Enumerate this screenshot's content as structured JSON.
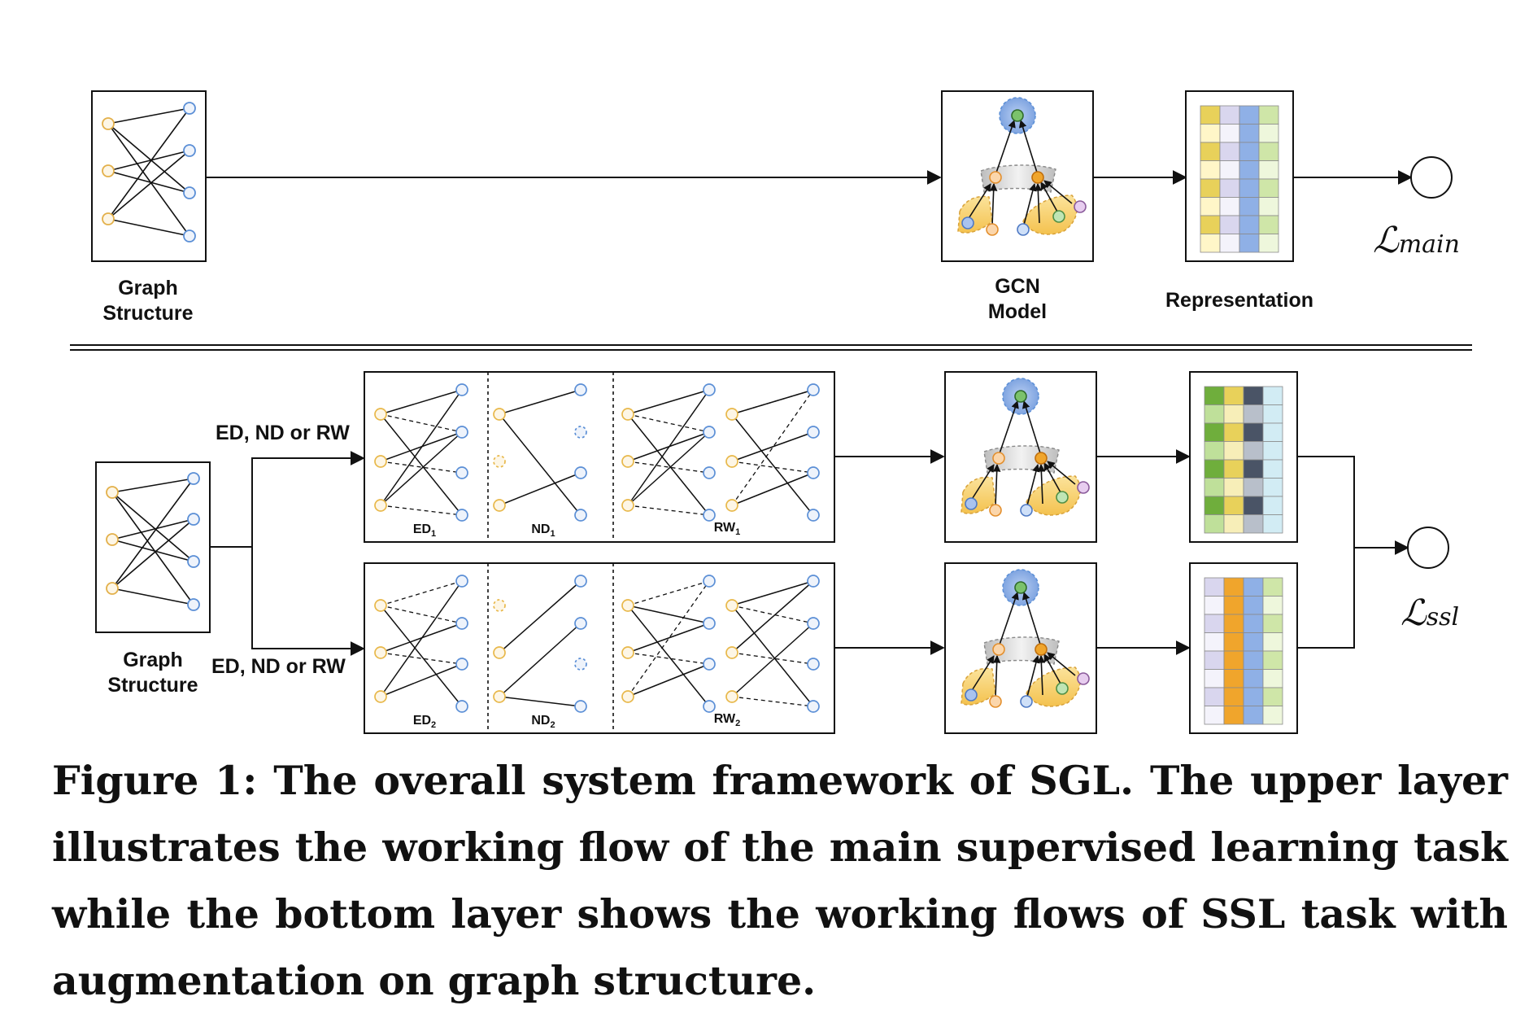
{
  "top": {
    "graph_label_1": "Graph",
    "graph_label_2": "Structure",
    "gcn_label_1": "GCN",
    "gcn_label_2": "Model",
    "representation_label": "Representation",
    "loss_symbol": "ℒ",
    "loss_subscript": "main"
  },
  "bottom": {
    "graph_label_1": "Graph",
    "graph_label_2": "Structure",
    "aug_label_upper": "ED, ND or RW",
    "aug_label_lower": "ED, ND or RW",
    "upper_panels": [
      {
        "base": "ED",
        "sub": "1"
      },
      {
        "base": "ND",
        "sub": "1"
      },
      {
        "base": "RW",
        "sub": "1"
      }
    ],
    "lower_panels": [
      {
        "base": "ED",
        "sub": "2"
      },
      {
        "base": "ND",
        "sub": "2"
      },
      {
        "base": "RW",
        "sub": "2"
      }
    ],
    "loss_symbol": "ℒ",
    "loss_subscript": "ssl"
  },
  "colors": {
    "user_node": "#e8b84a",
    "item_node": "#5b8fd6",
    "rep_yellow": "#e8d15a",
    "rep_blue": "#8fb0e6",
    "rep_green": "#cfe6a8",
    "rep_dark_green": "#6fae3c",
    "rep_dark": "#4a5466",
    "rep_cyan": "#d2ecf4",
    "rep_orange": "#f0a52c",
    "rep_lavender": "#d9d6ee"
  },
  "caption": "Figure 1: The overall system framework of SGL. The upper layer illustrates the working flow of the main supervised learning task while the bottom layer shows the working flows of SSL task with augmentation on graph structure."
}
